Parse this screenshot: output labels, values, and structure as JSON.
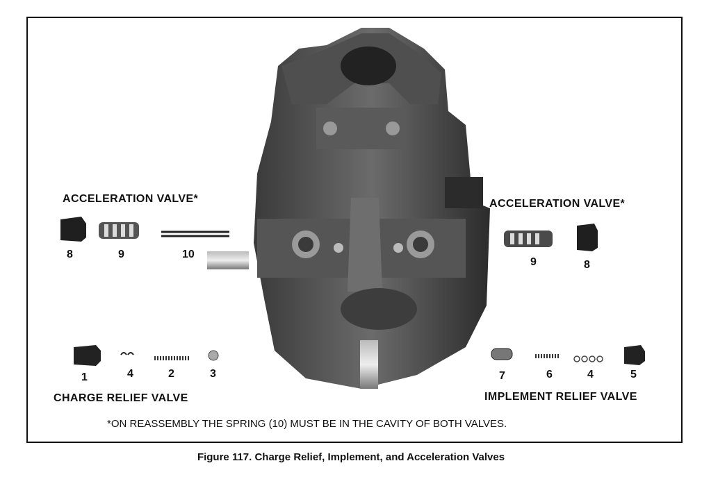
{
  "figure": {
    "caption": "Figure 117. Charge Relief, Implement, and Acceleration Valves",
    "note": "*ON REASSEMBLY THE SPRING (10) MUST BE IN THE CAVITY OF BOTH VALVES."
  },
  "labels": {
    "accel_left": "ACCELERATION VALVE*",
    "accel_right": "ACCELERATION VALVE*",
    "charge_relief": "CHARGE RELIEF VALVE",
    "implement_relief": "IMPLEMENT RELIEF VALVE"
  },
  "parts": {
    "accel_left": [
      "8",
      "9",
      "10"
    ],
    "accel_right": [
      "9",
      "8"
    ],
    "charge_relief": [
      "1",
      "4",
      "2",
      "3"
    ],
    "implement_relief": [
      "7",
      "6",
      "4",
      "5"
    ]
  }
}
